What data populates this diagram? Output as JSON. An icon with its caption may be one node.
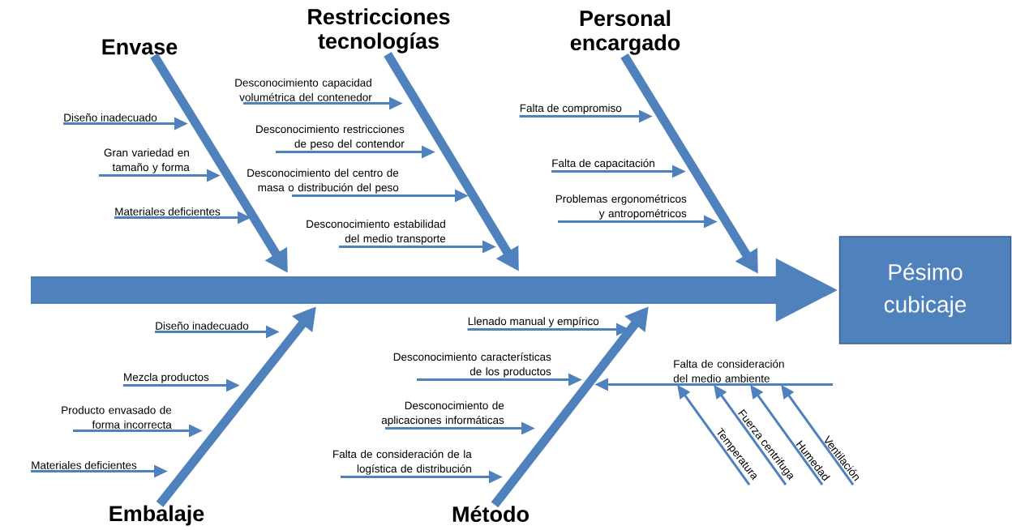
{
  "diagram": {
    "nodes": [
      {
        "text": [
          "Envase"
        ]
      },
      {
        "text": [
          "Restricciones tecnologías"
        ]
      },
      {
        "text": [
          "Personal encargado"
        ]
      },
      {
        "text": [
          "Diseño inadecuado"
        ]
      },
      {
        "text": [
          "Gran variedad en tamaño y forma"
        ]
      },
      {
        "text": [
          "Materiales deficientes"
        ]
      },
      {
        "text": [
          "Desconocimiento capacidad volumétrica del contenedor"
        ]
      },
      {
        "text": [
          "Desconocimiento restricciones de peso del contendor"
        ]
      },
      {
        "text": [
          "Desconocimiento del centro de masa o distribución del peso"
        ]
      },
      {
        "text": [
          "Desconocimiento estabilidad del medio transporte"
        ]
      },
      {
        "text": [
          "Falta de compromiso"
        ]
      },
      {
        "text": [
          "Falta de capacitación"
        ]
      },
      {
        "text": [
          "Problemas ergonométricos y antropométricos"
        ]
      },
      {
        "text": [
          "Pésimo cubicaje"
        ]
      },
      {
        "text": [
          "Diseño inadecuado"
        ]
      },
      {
        "text": [
          "Mezcla productos"
        ]
      },
      {
        "text": [
          "Producto envasado de forma incorrecta"
        ]
      },
      {
        "text": [
          "Materiales deficientes"
        ]
      },
      {
        "text": [
          "Llenado manual y empírico"
        ]
      },
      {
        "text": [
          "Desconocimiento características de los productos"
        ]
      },
      {
        "text": [
          "Desconocimiento de aplicaciones informáticas"
        ]
      },
      {
        "text": [
          "Falta de consideración de la logística de distribución"
        ]
      },
      {
        "text": [
          "Falta de consideración del medio ambiente"
        ]
      },
      {
        "text": [
          "Temperatura"
        ]
      },
      {
        "text": [
          "Fuerza centrifuga"
        ]
      },
      {
        "text": [
          "Humedad"
        ]
      },
      {
        "text": [
          "Ventilación"
        ]
      },
      {
        "text": [
          "Embalaje"
        ]
      },
      {
        "text": [
          "Método"
        ]
      }
    ],
    "edges": [
      {
        "from": 0,
        "to": null,
        "arrow": "to",
        "style": "thick"
      },
      {
        "from": 1,
        "to": null,
        "arrow": "to",
        "style": "thick"
      },
      {
        "from": 2,
        "to": null,
        "arrow": "to",
        "style": "thick"
      },
      {
        "from": 27,
        "to": null,
        "arrow": "to",
        "style": "thick"
      },
      {
        "from": 28,
        "to": null,
        "arrow": "to",
        "style": "thick"
      },
      {
        "from": null,
        "to": 13,
        "arrow": "to",
        "style": "thick"
      },
      {
        "from": 3,
        "to": null,
        "arrow": "to"
      },
      {
        "from": 4,
        "to": null,
        "arrow": "to"
      },
      {
        "from": 5,
        "to": null,
        "arrow": "to"
      },
      {
        "from": 6,
        "to": null,
        "arrow": "to"
      },
      {
        "from": 7,
        "to": null,
        "arrow": "to"
      },
      {
        "from": 8,
        "to": null,
        "arrow": "to"
      },
      {
        "from": 9,
        "to": null,
        "arrow": "to"
      },
      {
        "from": 10,
        "to": null,
        "arrow": "to"
      },
      {
        "from": 11,
        "to": null,
        "arrow": "to"
      },
      {
        "from": 12,
        "to": null,
        "arrow": "to"
      },
      {
        "from": 14,
        "to": null,
        "arrow": "to"
      },
      {
        "from": 15,
        "to": null,
        "arrow": "to"
      },
      {
        "from": 16,
        "to": null,
        "arrow": "to"
      },
      {
        "from": 17,
        "to": null,
        "arrow": "to"
      },
      {
        "from": 18,
        "to": null,
        "arrow": "to"
      },
      {
        "from": 19,
        "to": null,
        "arrow": "to"
      },
      {
        "from": 20,
        "to": null,
        "arrow": "to"
      },
      {
        "from": 21,
        "to": null,
        "arrow": "to"
      },
      {
        "from": 22,
        "to": null,
        "arrow": "to"
      },
      {
        "from": 23,
        "to": 22,
        "arrow": "to"
      },
      {
        "from": 24,
        "to": 22,
        "arrow": "to"
      },
      {
        "from": 25,
        "to": 22,
        "arrow": "to"
      },
      {
        "from": 26,
        "to": 22,
        "arrow": "to"
      }
    ]
  }
}
